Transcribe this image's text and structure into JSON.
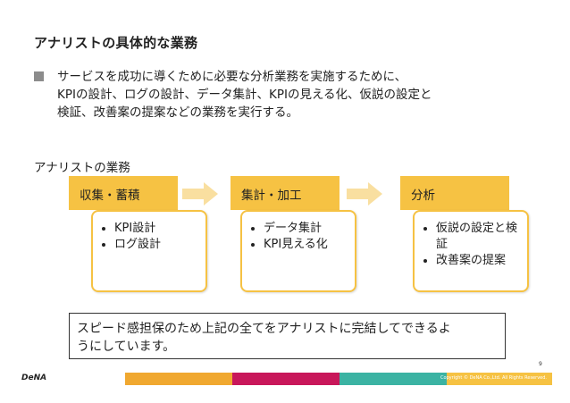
{
  "title": "アナリストの具体的な業務",
  "bullet": {
    "lines": [
      "サービスを成功に導くために必要な分析業務を実施するために、",
      "KPIの設計、ログの設計、データ集計、KPIの見える化、仮説の設定と",
      "検証、改善案の提案などの業務を実行する。"
    ]
  },
  "section_label": "アナリストの業務",
  "steps": [
    {
      "header": "収集・蓄積",
      "items": [
        "KPI設計",
        "ログ設計"
      ]
    },
    {
      "header": "集計・加工",
      "items": [
        "データ集計",
        "KPI見える化"
      ]
    },
    {
      "header": "分析",
      "items": [
        "仮説の設定と検証",
        "改善案の提案"
      ]
    }
  ],
  "note": {
    "lines": [
      "スピード感担保のため上記の全てをアナリストに完結してできるよ",
      "うにしています。"
    ]
  },
  "page_number": "9",
  "footer": {
    "logo_text": "DeNA",
    "copyright": "Copyright © DeNA Co.,Ltd. All Rights Reserved.",
    "colors": [
      "#ffffff",
      "#f0a830",
      "#c8175a",
      "#3bb3a3",
      "#f6c243"
    ]
  },
  "colors": {
    "accent": "#f6c243",
    "arrow": "#f9dfa0"
  },
  "icons": [
    "bullet-square-icon",
    "right-arrow-icon"
  ]
}
